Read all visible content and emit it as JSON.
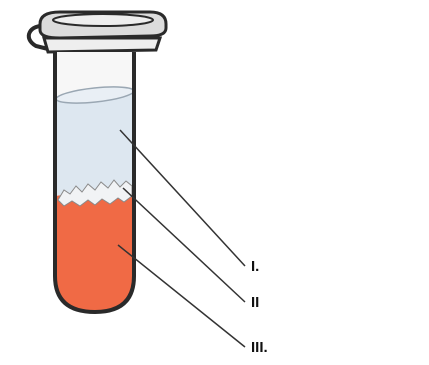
{
  "labels": {
    "layer_1": "I.",
    "layer_2": "II",
    "layer_3": "III."
  },
  "colors": {
    "outline": "#2a2a2a",
    "aqueous_layer": "#dde7f0",
    "interphase": "#f1f3f5",
    "organic_layer": "#f06a45",
    "cap": "#dcdcdc",
    "tube_wall": "#f7f7f7",
    "leader_lines": "#333333"
  }
}
